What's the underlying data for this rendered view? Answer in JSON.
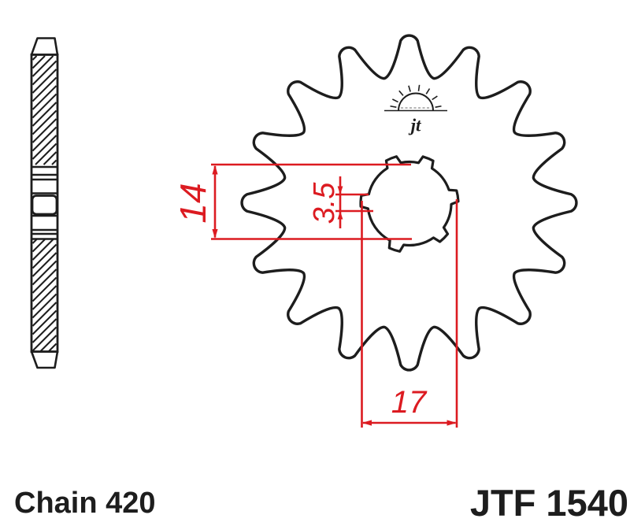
{
  "drawing": {
    "type": "sprocket technical drawing",
    "dimensions": {
      "bore_height": "14",
      "spline_width": "3.5",
      "bore_width": "17"
    },
    "labels": {
      "chain": "Chain 420",
      "part": "JTF 1540"
    },
    "logo": {
      "brand": "jt"
    },
    "colors": {
      "dimension_red": "#dc1b21",
      "line_black": "#1d1d1d",
      "background": "#ffffff"
    }
  }
}
